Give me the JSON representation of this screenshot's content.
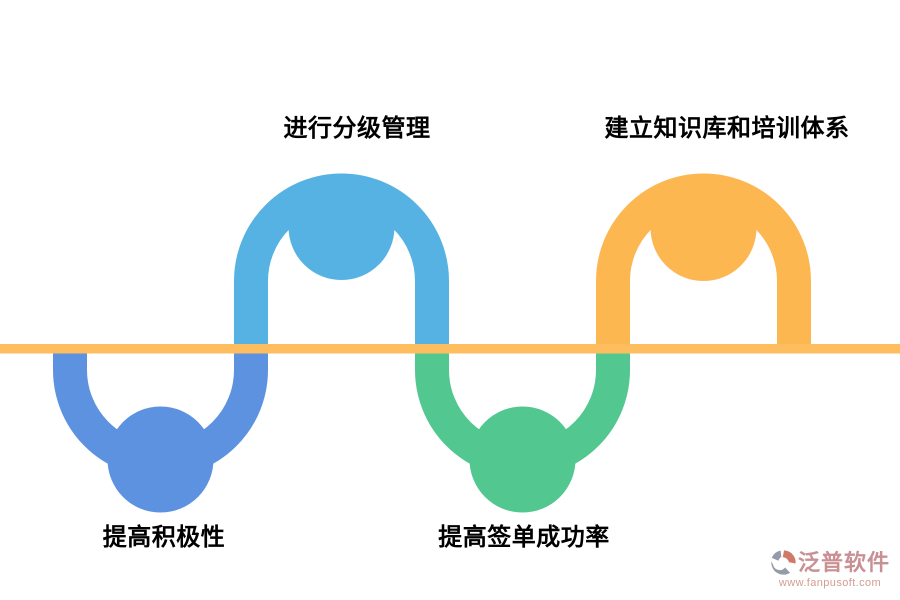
{
  "diagram": {
    "type": "wave-timeline",
    "background": "#ffffff",
    "axis_color": "#FEBD5E",
    "label_color": "#000000",
    "items": [
      {
        "label": "提高积极性",
        "color": "#5C92E0",
        "side": "below"
      },
      {
        "label": "进行分级管理",
        "color": "#55B2E2",
        "side": "above"
      },
      {
        "label": "提高签单成功率",
        "color": "#52C790",
        "side": "below"
      },
      {
        "label": "建立知识库和培训体系",
        "color": "#FDB751",
        "side": "above"
      }
    ]
  },
  "watermark": {
    "logo_icon": "fanpu-logo-icon",
    "logo_gray": "#8C93A3",
    "logo_salmon": "#CB6F5C",
    "brand": "泛普软件",
    "brand_color": "#C5878C",
    "url": "www.fanpusoft.com",
    "url_color": "#CE9489"
  }
}
